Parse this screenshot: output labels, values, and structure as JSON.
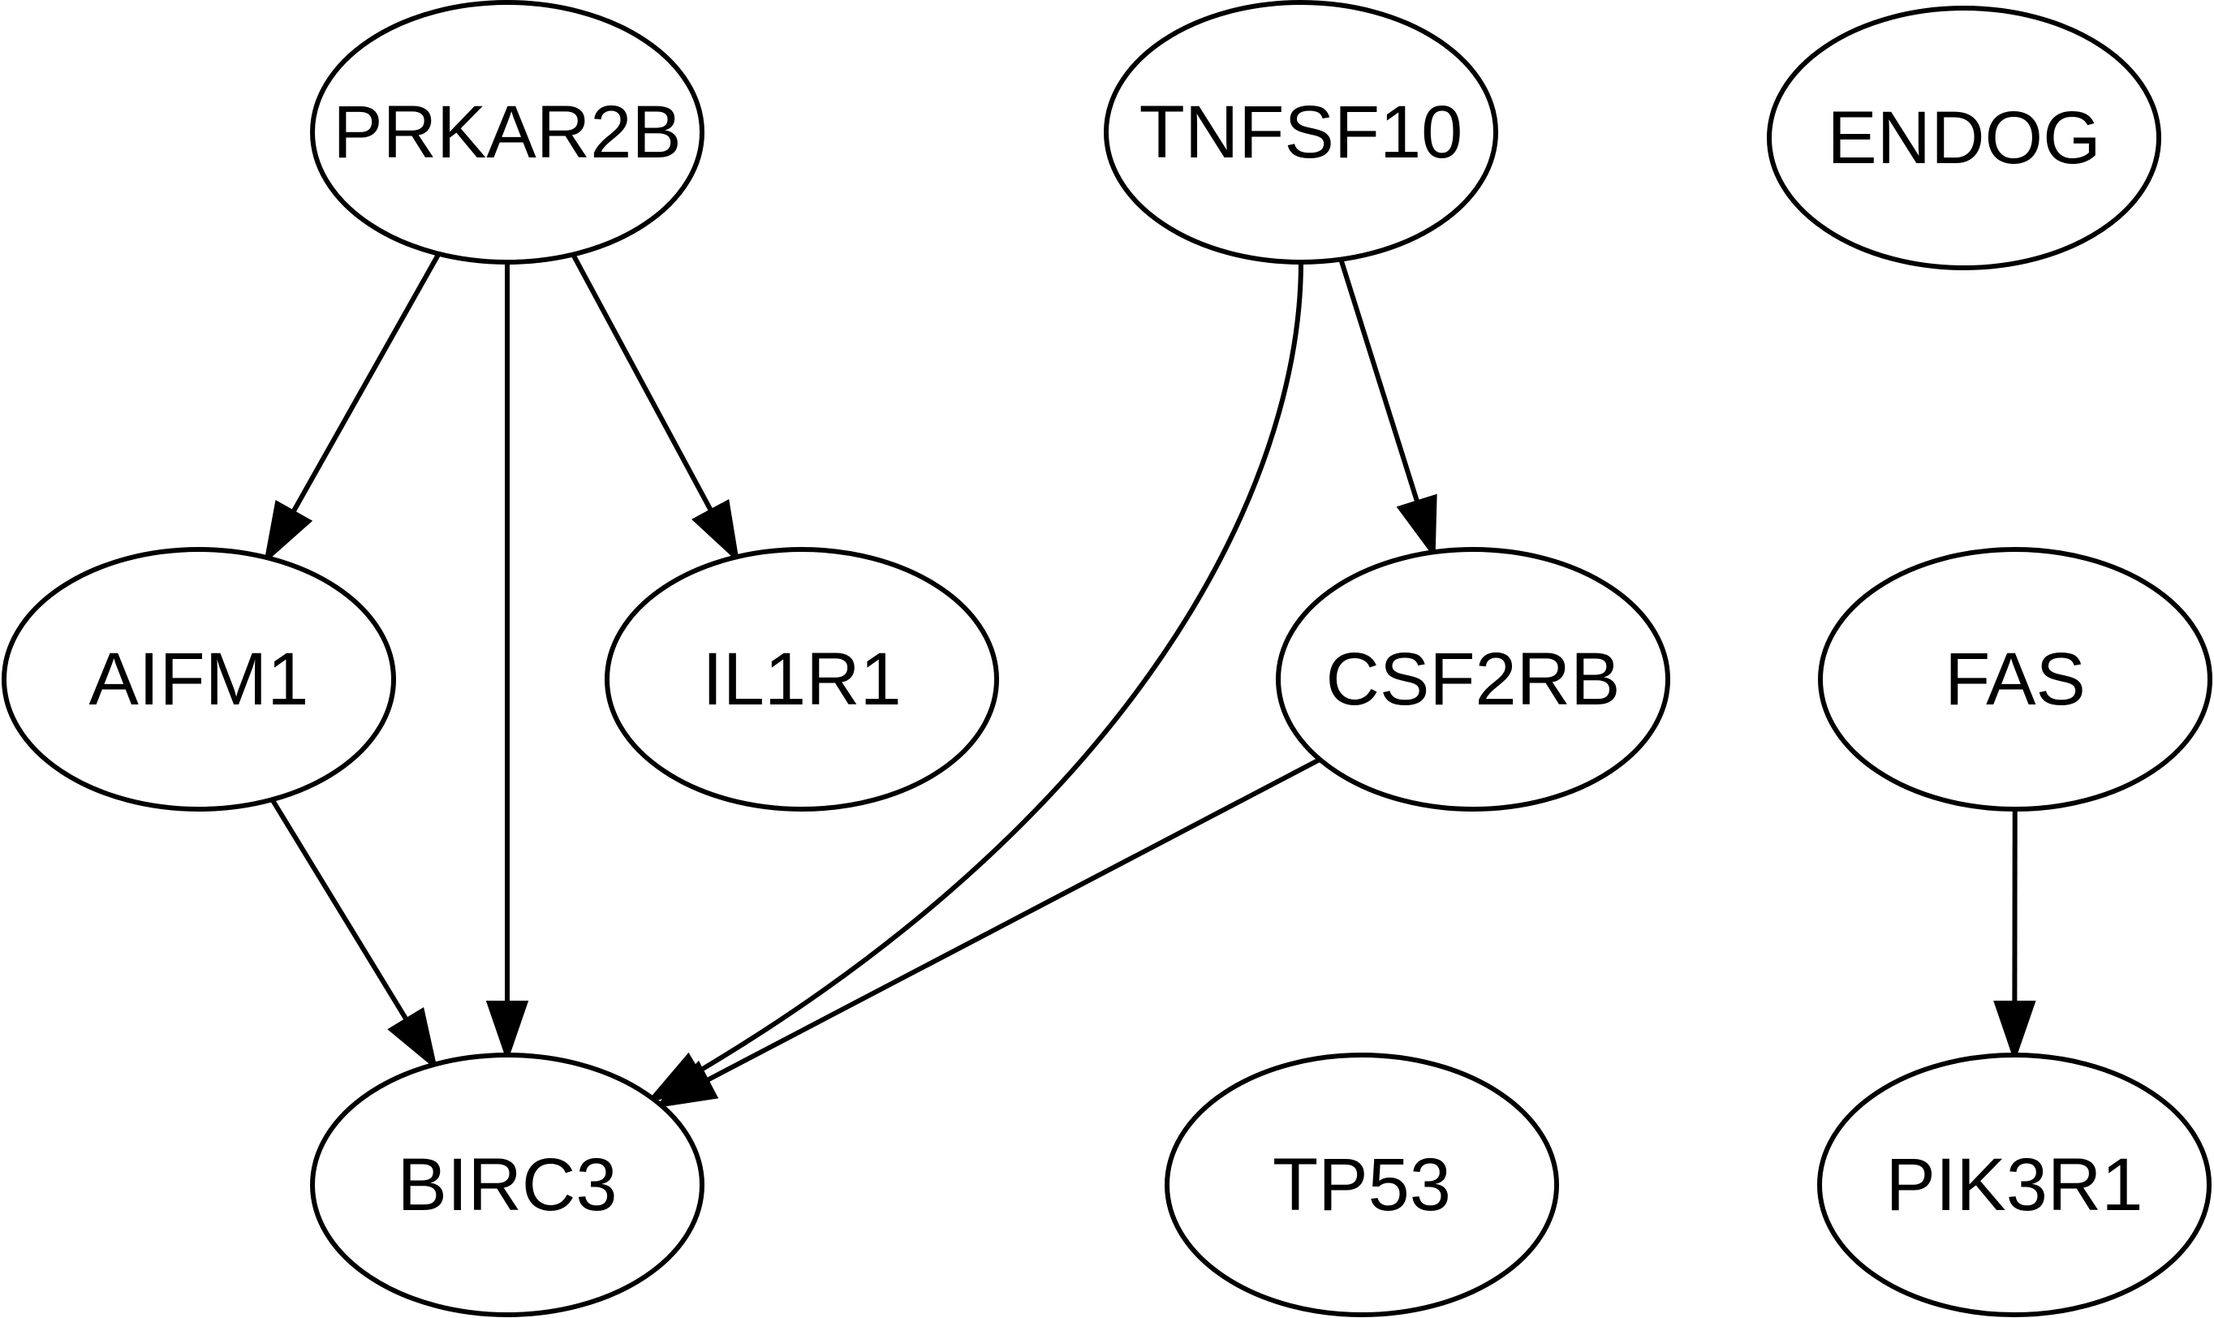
{
  "diagram": {
    "nodes": [
      {
        "id": "PRKAR2B",
        "label": "PRKAR2B"
      },
      {
        "id": "TNFSF10",
        "label": "TNFSF10"
      },
      {
        "id": "ENDOG",
        "label": "ENDOG"
      },
      {
        "id": "AIFM1",
        "label": "AIFM1"
      },
      {
        "id": "IL1R1",
        "label": "IL1R1"
      },
      {
        "id": "CSF2RB",
        "label": "CSF2RB"
      },
      {
        "id": "FAS",
        "label": "FAS"
      },
      {
        "id": "BIRC3",
        "label": "BIRC3"
      },
      {
        "id": "TP53",
        "label": "TP53"
      },
      {
        "id": "PIK3R1",
        "label": "PIK3R1"
      }
    ],
    "edges": [
      {
        "from": "PRKAR2B",
        "to": "AIFM1"
      },
      {
        "from": "PRKAR2B",
        "to": "BIRC3"
      },
      {
        "from": "PRKAR2B",
        "to": "IL1R1"
      },
      {
        "from": "TNFSF10",
        "to": "BIRC3"
      },
      {
        "from": "TNFSF10",
        "to": "CSF2RB"
      },
      {
        "from": "AIFM1",
        "to": "BIRC3"
      },
      {
        "from": "CSF2RB",
        "to": "BIRC3"
      },
      {
        "from": "FAS",
        "to": "PIK3R1"
      }
    ],
    "colors": {
      "stroke": "#000000",
      "fill": "#ffffff",
      "text": "#000000"
    }
  }
}
